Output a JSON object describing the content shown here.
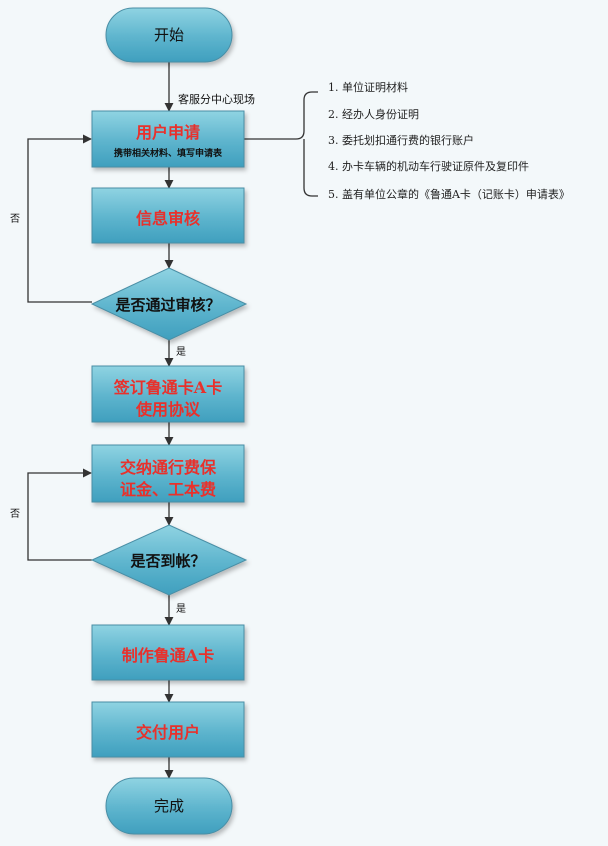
{
  "flow": {
    "start": "开始",
    "end": "完成",
    "location_label": "客服分中心现场",
    "step1": {
      "title": "用户申请",
      "sub": "携带相关材料、填写申请表"
    },
    "step2": {
      "title": "信息审核"
    },
    "decision1": {
      "text": "是否通过审核？",
      "yes": "是",
      "no": "否"
    },
    "step3": {
      "line1": "签订鲁通卡A卡",
      "line2": "使用协议"
    },
    "step4": {
      "line1": "交纳通行费保",
      "line2": "证金、工本费"
    },
    "decision2": {
      "text": "是否到帐？",
      "yes": "是",
      "no": "否"
    },
    "step5": {
      "title": "制作鲁通A卡"
    },
    "step6": {
      "title": "交付用户"
    }
  },
  "requirements": [
    "1. 单位证明材料",
    "2. 经办人身份证明",
    "3. 委托划扣通行费的银行账户",
    "4. 办卡车辆的机动车行驶证原件及复印件",
    "5. 盖有单位公章的《鲁通A卡（记账卡）申请表》"
  ],
  "colors": {
    "box_fill_top": "#7ec9da",
    "box_fill_bottom": "#3f9fbe",
    "box_text": "#e8312c",
    "connector": "#333333",
    "background": "#f3f8fa"
  }
}
